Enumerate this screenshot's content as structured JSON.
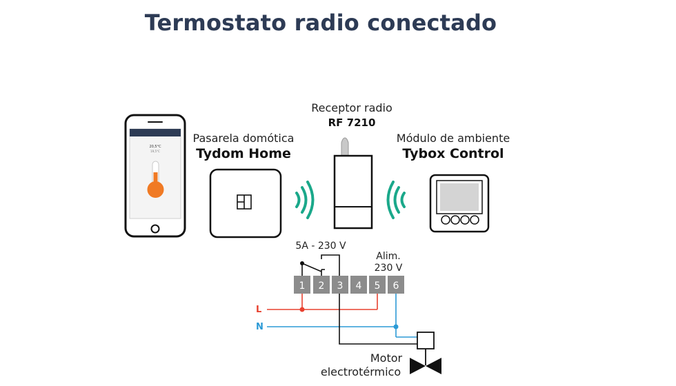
{
  "title": "Termostato radio conectado",
  "gateway": {
    "line1": "Pasarela domótica",
    "line2": "Tydom Home"
  },
  "receiver": {
    "line1": "Receptor radio",
    "line2": "RF 7210"
  },
  "ambient": {
    "line1": "Módulo de ambiente",
    "line2": "Tybox  Control"
  },
  "wiring": {
    "relay_label": "5A - 230 V",
    "power_label_1": "Alim.",
    "power_label_2": "230 V",
    "terminals": [
      "1",
      "2",
      "3",
      "4",
      "5",
      "6"
    ],
    "line_L": "L",
    "line_N": "N",
    "motor_1": "Motor",
    "motor_2": "electrotérmico"
  },
  "phone_app": {
    "temp_set": "20,5°C",
    "temp_current": "19,5°C"
  },
  "colors": {
    "title": "#2d3b55",
    "wave": "#1aa88a",
    "phase": "#e8412f",
    "neutral": "#2b9ad6",
    "thermometer": "#f07a24",
    "terminal": "#8c8c8c"
  },
  "icons": [
    "smartphone-icon",
    "tydom-logo-icon",
    "radio-wave-icon",
    "thermostat-icon",
    "valve-icon"
  ]
}
